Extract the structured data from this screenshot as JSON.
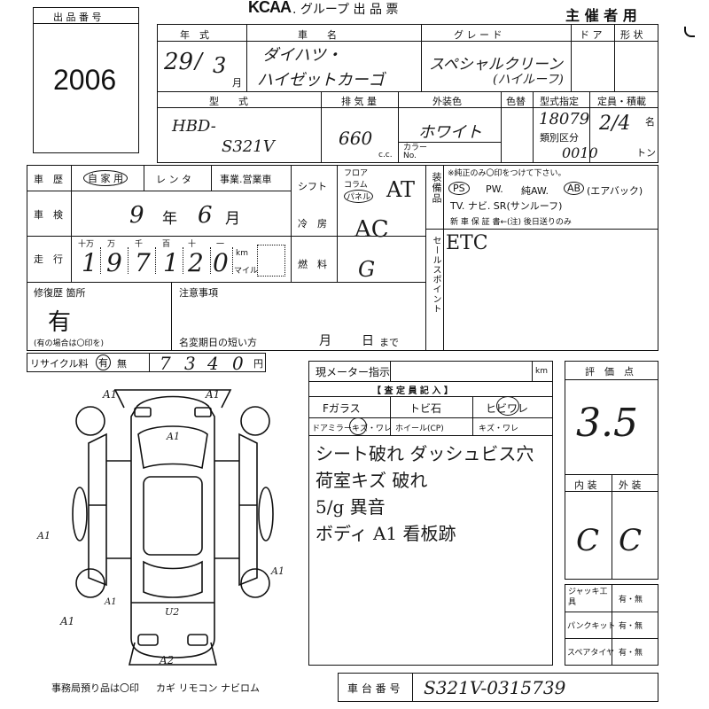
{
  "header": {
    "brand": "KCAA",
    "title": ". グループ 出 品 票",
    "role": "主 催 者 用"
  },
  "lot": {
    "label": "出 品 番 号",
    "number": "2006"
  },
  "row1": {
    "year_label": "年　式",
    "year": "29",
    "slash": "/",
    "month": "3",
    "month_unit": "月",
    "car_label": "車　　名",
    "car_line1": "ダイハツ・",
    "car_line2": "ハイゼットカーゴ",
    "grade_label": "グ レ ー ド",
    "grade_line1": "スペシャルクリーン",
    "grade_line2": "(ハイルーフ)",
    "door_label": "ド ア",
    "shape_label": "形 状"
  },
  "row2": {
    "model_label": "型　　式",
    "model_line1": "HBD-",
    "model_line2": "S321V",
    "disp_label": "排 気 量",
    "disp": "660",
    "cc": "c.c.",
    "color_label": "外装色",
    "color": "ホワイト",
    "color_no_label": "カラー No.",
    "colornum_label": "色替",
    "spec_label": "型式指定",
    "spec_value": "18079",
    "class_label": "類別区分",
    "class_value": "0010",
    "cap_label": "定員・積載",
    "cap_value": "2/4",
    "cap_unit1": "名",
    "cap_unit2": "トン"
  },
  "history": {
    "label": "車　歴",
    "own": "自 家 用",
    "rental": "レ ン タ",
    "business": "事業.営業車",
    "shift_label": "シフト",
    "floor": "フロア",
    "column": "コラム",
    "panel": "パネル",
    "shift": "AT",
    "inspect_label": "車　検",
    "inspect_year": "9",
    "year_unit": "年",
    "inspect_month": "6",
    "month_unit": "月",
    "ac_label": "冷　房",
    "ac": "AC",
    "mileage_label": "走　行",
    "digit_labels": [
      "十万",
      "万",
      "千",
      "百",
      "十",
      "一"
    ],
    "mileage_digits": [
      "1",
      "9",
      "7",
      "1",
      "2",
      "0"
    ],
    "km": "km",
    "mile": "マイル",
    "fuel_label": "燃　料",
    "fuel": "G"
  },
  "equipment": {
    "label": "装備品",
    "note": "※純正のみ〇印をつけて下さい。",
    "line1": [
      "PS",
      "PW.",
      "純AW.",
      "AB",
      "(エアバック)"
    ],
    "line2": "TV. ナビ. SR(サンルーフ)",
    "line3": "新 車 保 証 書←(注) 後日送りのみ",
    "sales_label": "セールスポイント",
    "sales": "ETC"
  },
  "repair": {
    "label": "修復歴 箇所",
    "value": "有",
    "note": "(有の場合は〇印を)",
    "caution_label": "注意事項",
    "expiry_label": "名変期日の短い方",
    "month": "月",
    "day": "日",
    "until": "まで"
  },
  "recycle": {
    "label": "リサイクル料",
    "yes": "有",
    "no": "無",
    "digits": [
      "7",
      "3",
      "4",
      "0"
    ],
    "yen": "円"
  },
  "meter": {
    "label": "現メーター指示",
    "km": "km",
    "inspector_label": "【 査 定 員 記 入 】",
    "glass_label": "Fガラス",
    "glass_chips": "トビ石",
    "glass_crack": "ヒビワレ",
    "mirror_label": "ドアミラー",
    "mirror_value": "キズ・ワレ",
    "wheel_label": "ホイール(CP)",
    "wheel_value": "キズ・ワレ",
    "notes": [
      "シート破れ ダッシュビス穴",
      "荷室キズ 破れ",
      "5/g 異音",
      "ボディ A1 看板跡"
    ]
  },
  "score": {
    "label": "評　価　点",
    "value": "3.5",
    "interior_label": "内 装",
    "exterior_label": "外 装",
    "interior": "C",
    "exterior": "C"
  },
  "tools": {
    "jack_label": "ジャッキ工具",
    "jack_value": "有・無",
    "puncture_label": "パンクキット",
    "puncture_value": "有・無",
    "spare_label": "スペアタイヤ",
    "spare_value": "有・無"
  },
  "diagram": {
    "marks": [
      "A1",
      "A1",
      "A1",
      "A1",
      "A1",
      "U2",
      "A1",
      "A1",
      "A2"
    ]
  },
  "footer": {
    "office": "事務局預り品は〇印",
    "items": "カギ リモコン ナビロム",
    "chassis_label": "車 台 番 号",
    "chassis": "S321V-0315739"
  }
}
